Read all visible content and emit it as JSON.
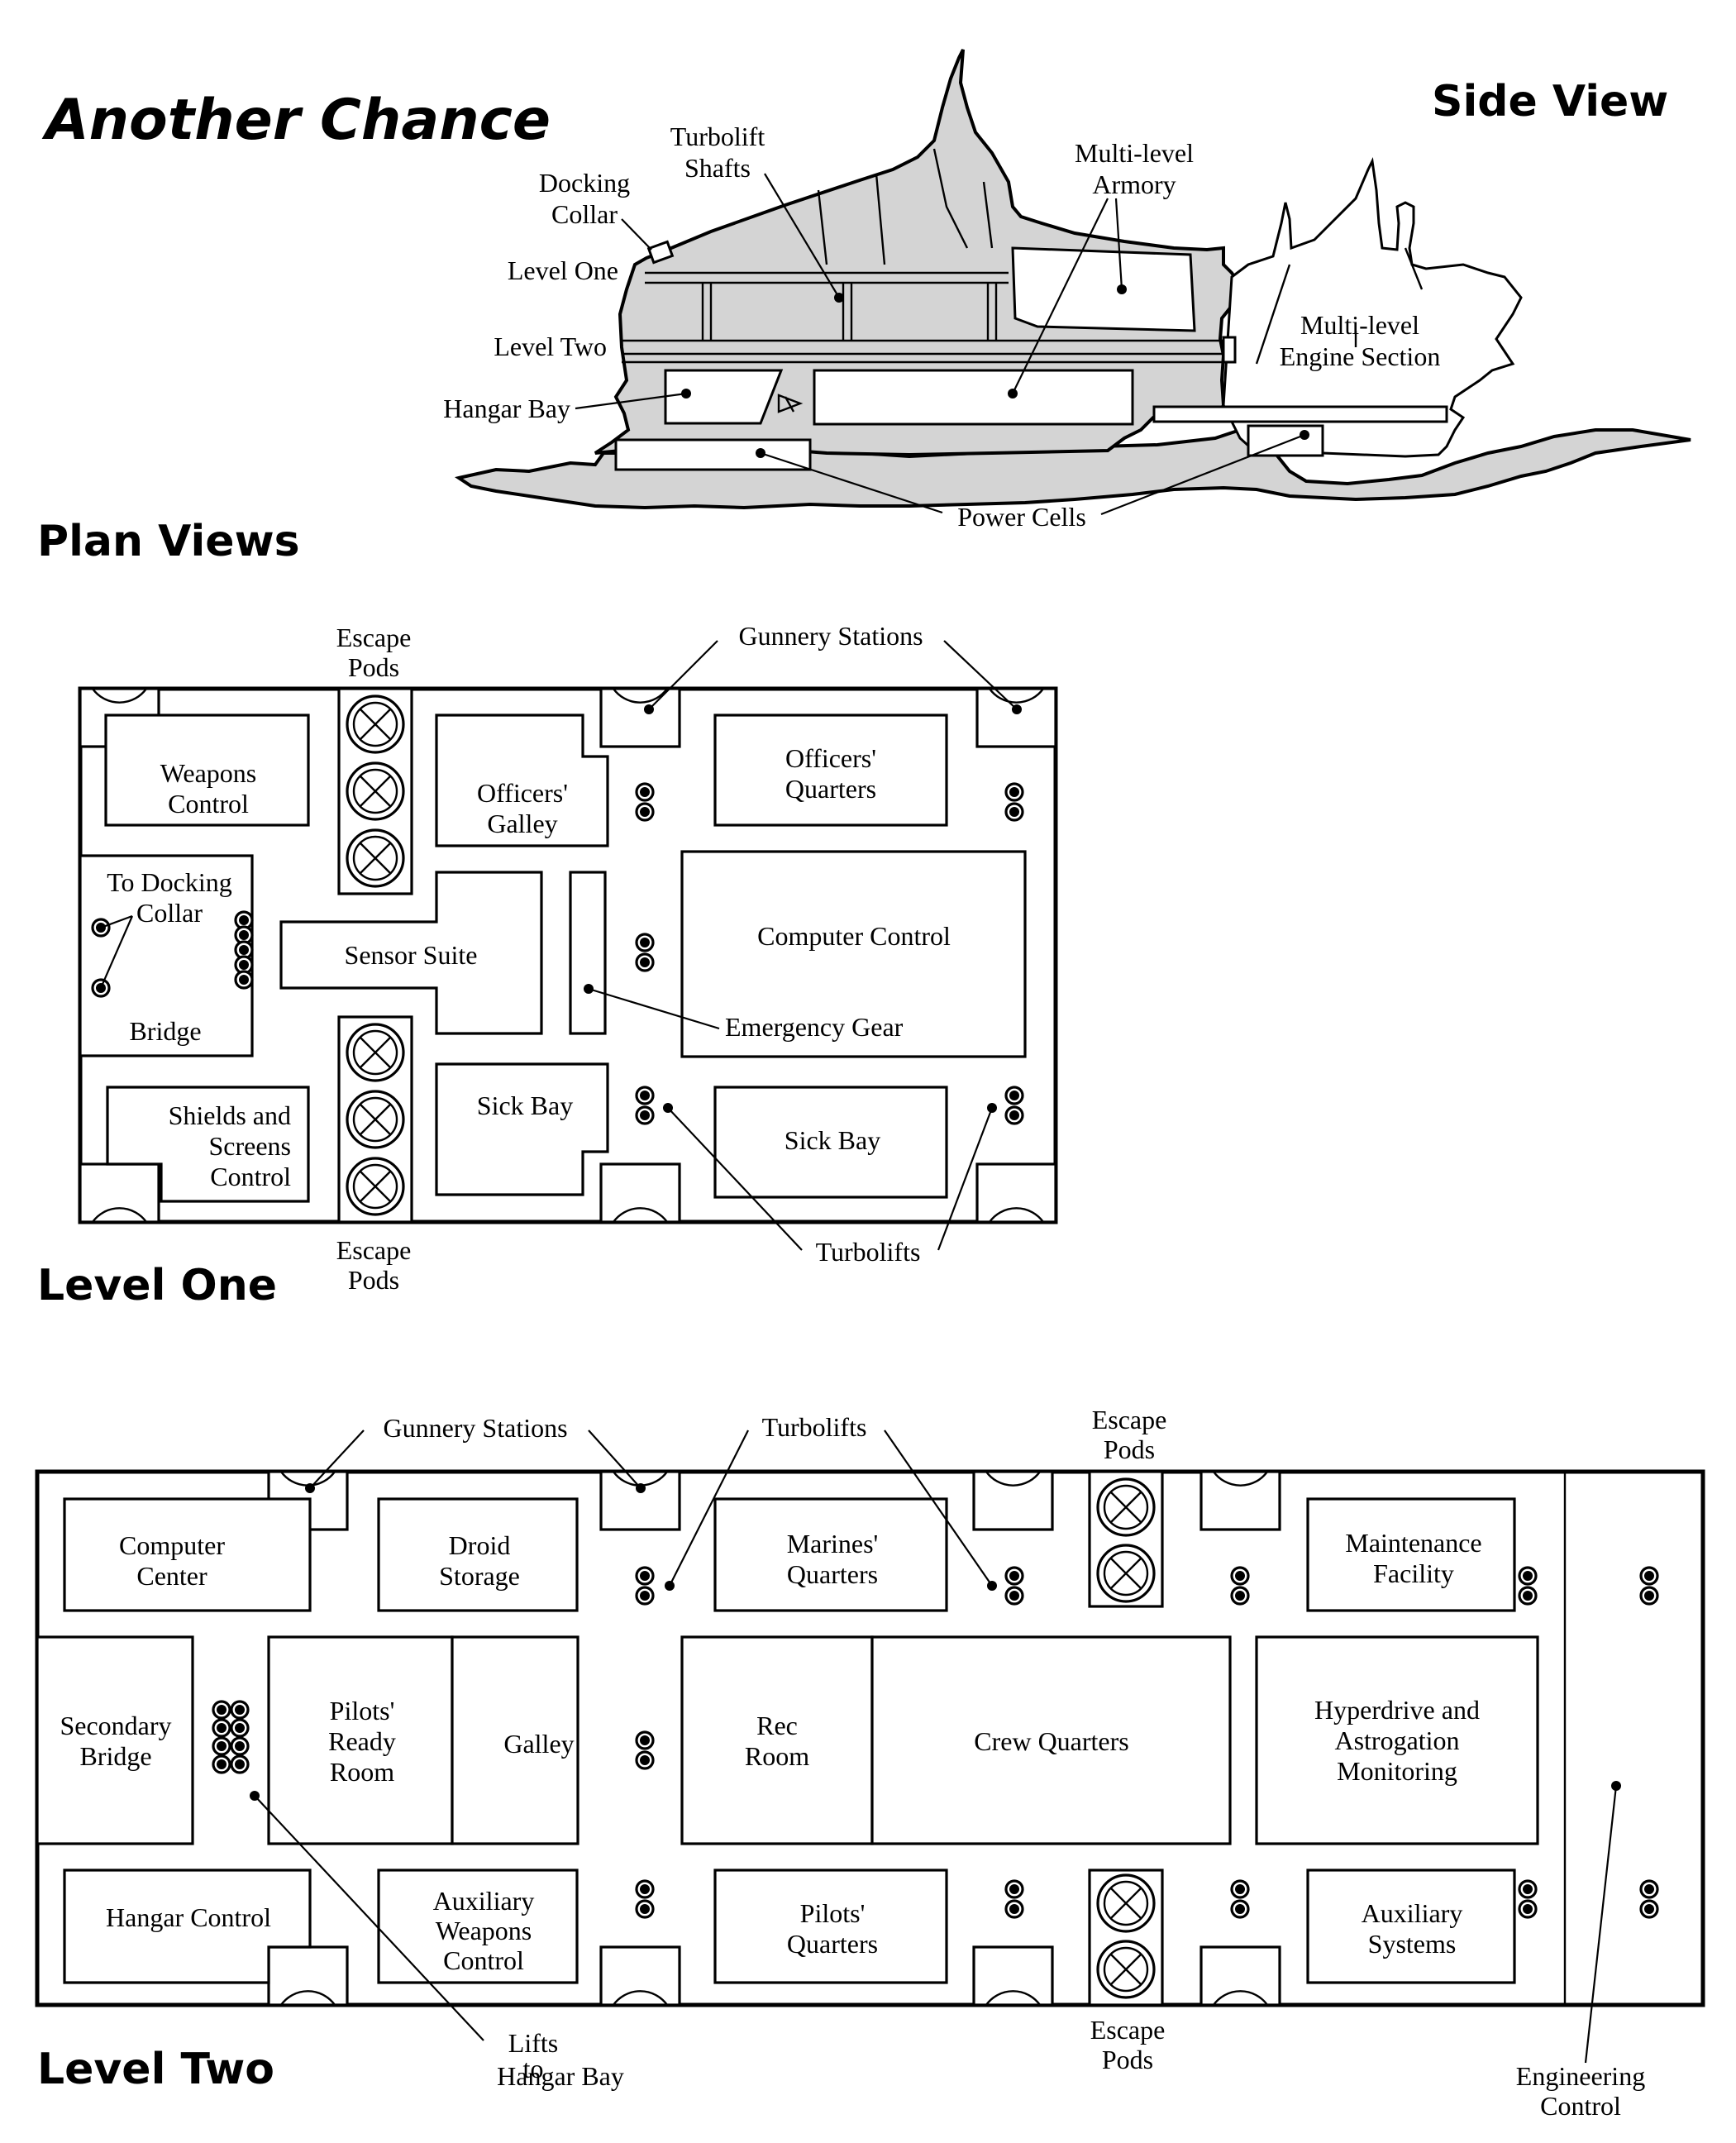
{
  "title": "Another Chance",
  "side_view": {
    "heading": "Side View",
    "labels": {
      "docking_collar": [
        "Docking",
        "Collar"
      ],
      "turbolift_shafts": [
        "Turbolift",
        "Shafts"
      ],
      "multilevel_armory": [
        "Multi-level",
        "Armory"
      ],
      "level_one": "Level One",
      "level_two": "Level Two",
      "hangar_bay": "Hangar Bay",
      "multilevel_engine": [
        "Multi-level",
        "Engine Section"
      ],
      "power_cells": "Power Cells"
    }
  },
  "plan_views": {
    "heading": "Plan Views",
    "level_one": {
      "heading": "Level One",
      "escape_pods_top": [
        "Escape",
        "Pods"
      ],
      "escape_pods_bottom": [
        "Escape",
        "Pods"
      ],
      "gunnery_stations": "Gunnery Stations",
      "weapons_control": [
        "Weapons",
        "Control"
      ],
      "officers_galley": [
        "Officers'",
        "Galley"
      ],
      "officers_quarters": [
        "Officers'",
        "Quarters"
      ],
      "to_docking_collar": [
        "To Docking",
        "Collar"
      ],
      "bridge": "Bridge",
      "sensor_suite": "Sensor Suite",
      "computer_control": "Computer Control",
      "emergency_gear": "Emergency Gear",
      "shields_screens": [
        "Shields and",
        "Screens",
        "Control"
      ],
      "sick_bay_left": "Sick Bay",
      "sick_bay_right": "Sick Bay",
      "turbolifts": "Turbolifts"
    },
    "level_two": {
      "heading": "Level Two",
      "gunnery_stations": "Gunnery Stations",
      "turbolifts": "Turbolifts",
      "escape_pods_top": [
        "Escape",
        "Pods"
      ],
      "escape_pods_bottom": [
        "Escape",
        "Pods"
      ],
      "computer_center": [
        "Computer",
        "Center"
      ],
      "droid_storage": [
        "Droid",
        "Storage"
      ],
      "marines_quarters": [
        "Marines'",
        "Quarters"
      ],
      "maintenance_facility": [
        "Maintenance",
        "Facility"
      ],
      "secondary_bridge": [
        "Secondary",
        "Bridge"
      ],
      "pilots_ready_room": [
        "Pilots'",
        "Ready",
        "Room"
      ],
      "galley": "Galley",
      "rec_room": [
        "Rec",
        "Room"
      ],
      "crew_quarters": "Crew Quarters",
      "hyperdrive": [
        "Hyperdrive and",
        "Astrogation",
        "Monitoring"
      ],
      "hangar_control": "Hangar Control",
      "aux_weapons": [
        "Auxiliary",
        "Weapons",
        "Control"
      ],
      "pilots_quarters": [
        "Pilots'",
        "Quarters"
      ],
      "aux_systems": [
        "Auxiliary",
        "Systems"
      ],
      "lifts_to_hangar": [
        "Lifts",
        "to",
        "Hangar Bay"
      ],
      "engineering_control": [
        "Engineering",
        "Control"
      ]
    }
  }
}
